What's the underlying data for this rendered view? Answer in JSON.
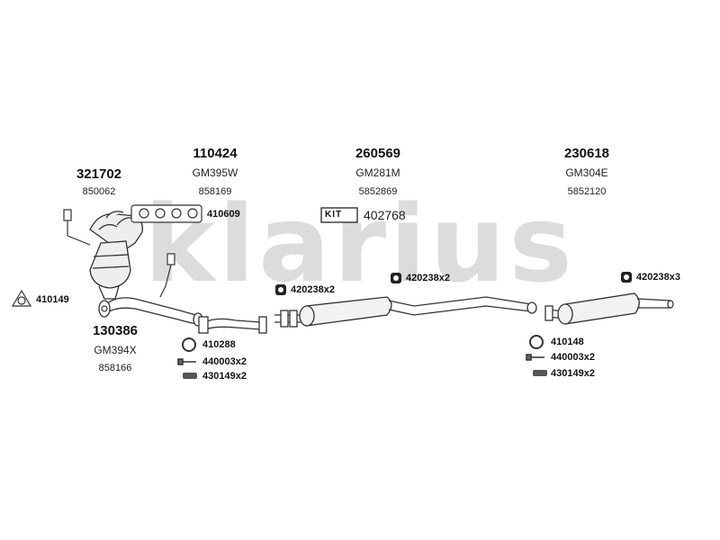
{
  "watermark": {
    "text": "klarius",
    "color": "#d9d9d9"
  },
  "groups": [
    {
      "part_number": "321702",
      "oe_code": "850062"
    },
    {
      "part_number": "110424",
      "oe_code": "GM395W",
      "ref": "858169"
    },
    {
      "part_number": "260569",
      "oe_code": "GM281M",
      "ref": "5852869"
    },
    {
      "part_number": "230618",
      "oe_code": "GM304E",
      "ref": "5852120"
    },
    {
      "part_number": "130386",
      "oe_code": "GM394X",
      "ref": "858166"
    }
  ],
  "kit": {
    "badge": "KIT",
    "number": "402768"
  },
  "fittings": {
    "gasket_manifold": "410609",
    "gasket_front": "410149",
    "mount_1": "420238x2",
    "mount_2": "420238x2",
    "mount_3": "420238x3",
    "ring_1": "410288",
    "bolt_1": "440003x2",
    "clamp_1": "430149x2",
    "ring_2": "410148",
    "bolt_2": "440003x2",
    "clamp_2": "430149x2"
  }
}
